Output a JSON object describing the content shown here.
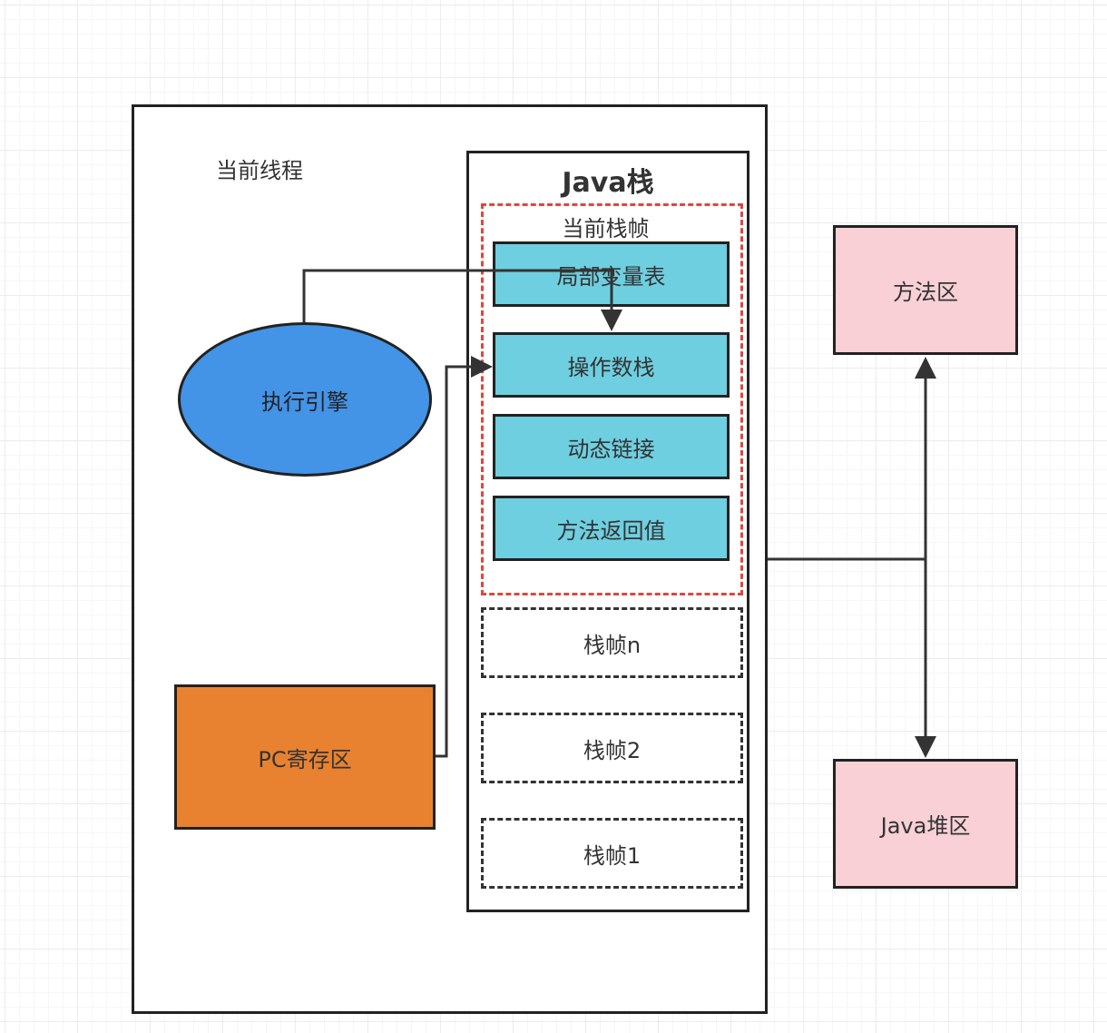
{
  "thread": {
    "label": "当前线程"
  },
  "java_stack": {
    "title": "Java栈"
  },
  "current_frame": {
    "label": "当前栈帧",
    "items": [
      "局部变量表",
      "操作数栈",
      "动态链接",
      "方法返回值"
    ]
  },
  "other_frames": [
    "栈帧n",
    "栈帧2",
    "栈帧1"
  ],
  "execution_engine": {
    "label": "执行引擎"
  },
  "pc_register": {
    "label": "PC寄存区"
  },
  "method_area": {
    "label": "方法区"
  },
  "java_heap": {
    "label": "Java堆区"
  },
  "colors": {
    "frame_item": "#6ecfe0",
    "engine": "#4393e7",
    "pc_register": "#e88230",
    "method_area": "#f8d0d6",
    "java_heap": "#f8d0d6",
    "current_frame_border": "#e0463b"
  }
}
